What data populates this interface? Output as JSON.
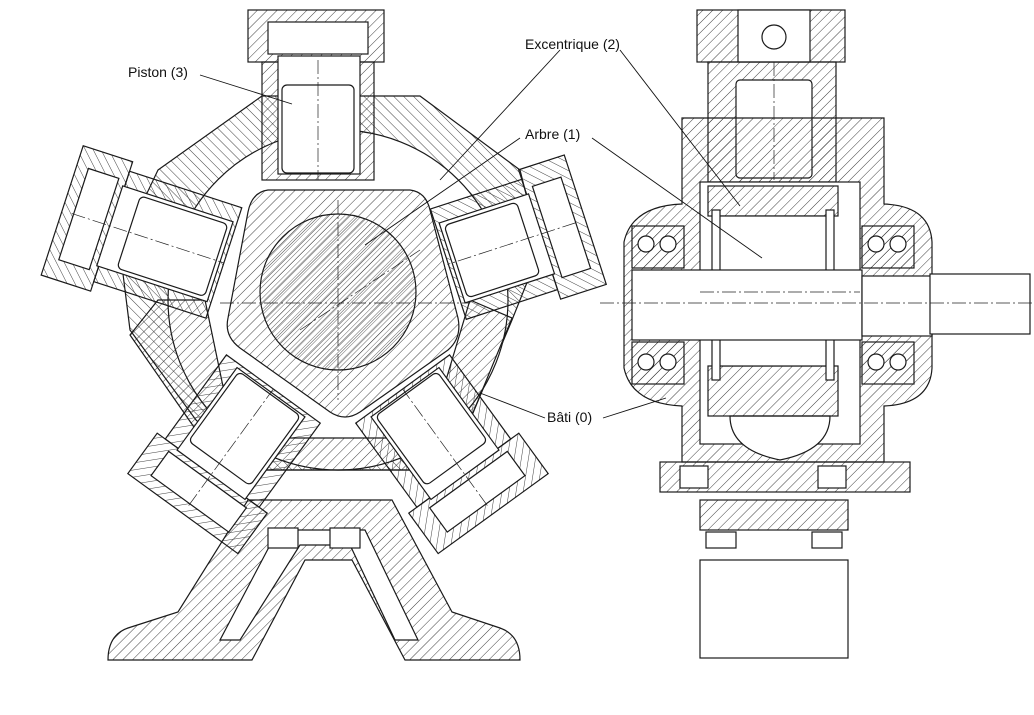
{
  "labels": {
    "piston": "Piston (3)",
    "excentrique": "Excentrique (2)",
    "arbre": "Arbre (1)",
    "bati": "Bâti (0)"
  },
  "colors": {
    "ink": "#1a1a1a",
    "background": "#ffffff"
  }
}
